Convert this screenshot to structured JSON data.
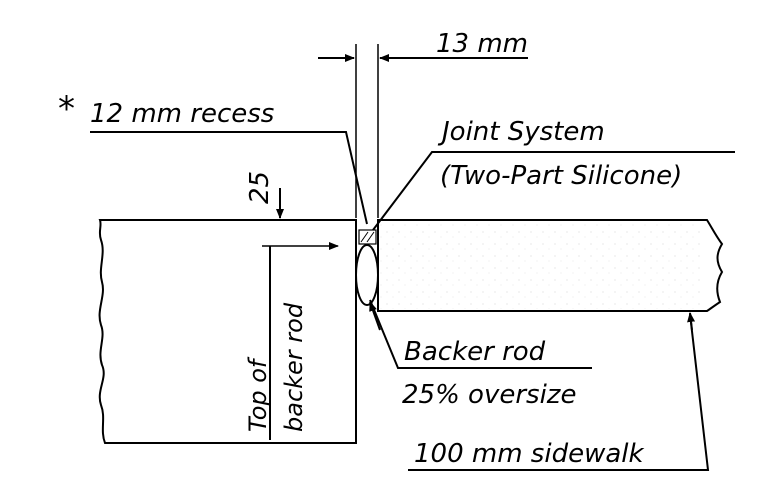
{
  "labels": {
    "dim_13": "13 mm",
    "asterisk": "*",
    "recess": "12 mm recess",
    "joint_line1": "Joint System",
    "joint_line2": "(Two-Part Silicone)",
    "dim_25": "25",
    "top_of": "Top of",
    "backer_rod_vertical": "backer rod",
    "backer_rod": "Backer rod",
    "oversize": "25% oversize",
    "sidewalk": "100 mm sidewalk"
  }
}
